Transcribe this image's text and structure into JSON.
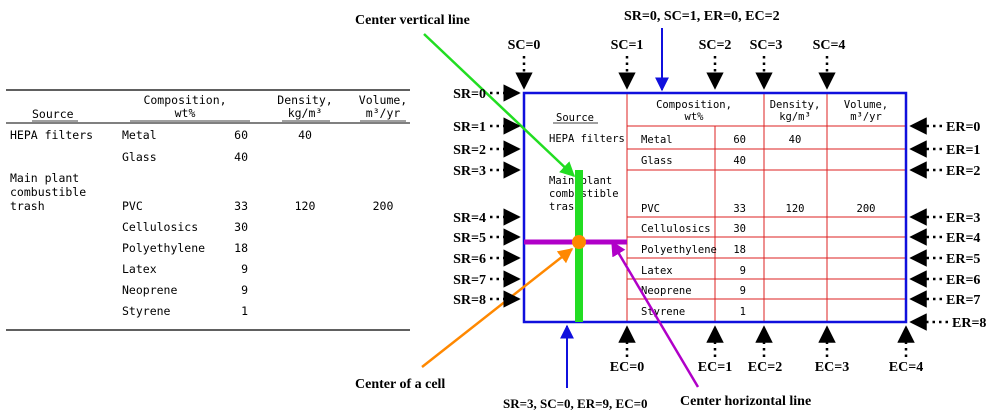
{
  "colors": {
    "table_border": "#1010dd",
    "grid": "#dd2020",
    "green": "#22dd22",
    "purple": "#b000c8",
    "orange": "#ff8800",
    "blue": "#1010dd",
    "black": "#000000"
  },
  "left_table": {
    "headers": {
      "source": "Source",
      "comp_1": "Composition,",
      "comp_2": "wt%",
      "dens_1": "Density,",
      "dens_2": "kg/m³",
      "vol_1": "Volume,",
      "vol_2": "m³/yr"
    },
    "sources": [
      "HEPA filters",
      "Main plant",
      "combustible",
      "trash"
    ],
    "materials": [
      "Metal",
      "Glass",
      "PVC",
      "Cellulosics",
      "Polyethylene",
      "Latex",
      "Neoprene",
      "Styrene"
    ],
    "weights": [
      "60",
      "40",
      "33",
      "30",
      "18",
      "9",
      "9",
      "1"
    ],
    "density_values": [
      "40",
      "120"
    ],
    "volume_values": [
      "200"
    ]
  },
  "right_table": {
    "headers": {
      "source": "Source",
      "comp_1": "Composition,",
      "comp_2": "wt%",
      "dens_1": "Density,",
      "dens_2": "kg/m³",
      "vol_1": "Volume,",
      "vol_2": "m³/yr"
    },
    "sources": [
      "HEPA filters",
      "Main plant",
      "combustible",
      "trash"
    ],
    "materials": [
      "Metal",
      "Glass",
      "PVC",
      "Cellulosics",
      "Polyethylene",
      "Latex",
      "Neoprene",
      "Styrene"
    ],
    "weights": [
      "60",
      "40",
      "33",
      "30",
      "18",
      "9",
      "9",
      "1"
    ],
    "density_values": [
      "40",
      "120"
    ],
    "volume_values": [
      "200"
    ]
  },
  "labels": {
    "center_vertical": "Center vertical line",
    "center_horizontal": "Center horizontal line",
    "center_cell": "Center of a cell",
    "top_span": "SR=0, SC=1, ER=0, EC=2",
    "bottom_span": "SR=3, SC=0,  ER=9, EC=0",
    "sc": [
      "SC=0",
      "SC=1",
      "SC=2",
      "SC=3",
      "SC=4"
    ],
    "ec": [
      "EC=0",
      "EC=1",
      "EC=2",
      "EC=3",
      "EC=4"
    ],
    "sr": [
      "SR=0",
      "SR=1",
      "SR=2",
      "SR=3",
      "SR=4",
      "SR=5",
      "SR=6",
      "SR=7",
      "SR=8"
    ],
    "er": [
      "ER=0",
      "ER=1",
      "ER=2",
      "ER=3",
      "ER=4",
      "ER=5",
      "ER=6",
      "ER=7",
      "ER=8"
    ]
  }
}
